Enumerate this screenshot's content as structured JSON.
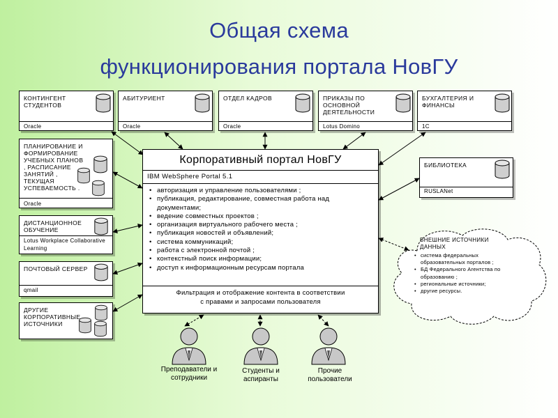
{
  "title": {
    "line1": "Общая схема",
    "line2": "функционирования портала НовГУ"
  },
  "top_boxes": [
    {
      "title": "КОНТИНГЕНТ СТУДЕНТОВ",
      "platform": "Oracle"
    },
    {
      "title": "АБИТУРИЕНТ",
      "platform": "Oracle"
    },
    {
      "title": "ОТДЕЛ КАДРОВ",
      "platform": "Oracle"
    },
    {
      "title": "ПРИКАЗЫ ПО ОСНОВНОЙ ДЕЯТЕЛЬНОСТИ",
      "platform": "Lotus Domino"
    },
    {
      "title": "БУХГАЛТЕРИЯ И ФИНАНСЫ",
      "platform": "1С"
    }
  ],
  "left_boxes": [
    {
      "title": "ПЛАНИРОВАНИЕ И ФОРМИРОВАНИЕ УЧЕБНЫХ ПЛАНОВ , РАСПИСАНИЕ ЗАНЯТИЙ , ТЕКУЩАЯ УСПЕВАЕМОСТЬ .",
      "platform": "Oracle"
    },
    {
      "title": "ДИСТАНЦИОННОЕ ОБУЧЕНИЕ",
      "platform": "Lotus Workplace Collaborative Learning"
    },
    {
      "title": "ПОЧТОВЫЙ СЕРВЕР",
      "platform": "qmail"
    },
    {
      "title": "ДРУГИЕ КОРПОРАТИВНЫЕ ИСТОЧНИКИ",
      "platform": ""
    }
  ],
  "library": {
    "title": "БИБЛИОТЕКА",
    "platform": "RUSLANet"
  },
  "portal": {
    "title": "Корпоративный портал НовГУ",
    "platform": "IBM WebSphere Portal 5.1",
    "features": [
      "авторизация и управление пользователями ;",
      "публикация, редактирование, совместная работа над документами;",
      "ведение совместных проектов ;",
      "организация виртуального рабочего места ;",
      "публикация новостей и объявлений;",
      "система коммуникаций;",
      "работа с электронной почтой ;",
      "контекстный поиск информации;",
      "доступ к информационным ресурсам портала"
    ],
    "filter_line1": "Фильтрация и отображение контента в соответствии",
    "filter_line2": "с правами и запросами пользователя"
  },
  "external": {
    "title": "ВНЕШНИЕ ИСТОЧНИКИ ДАННЫХ",
    "items": [
      "система федеральных образовательных порталов ;",
      "БД Федерального Агентства по образованию ;",
      "региональные источники;",
      "другие ресурсы."
    ]
  },
  "users": [
    {
      "label": "Преподаватели и сотрудники"
    },
    {
      "label": "Студенты и аспиранты"
    },
    {
      "label": "Прочие пользователи"
    }
  ],
  "icons": [
    "database-icon",
    "user-icon",
    "cloud-shape",
    "arrow-double"
  ]
}
